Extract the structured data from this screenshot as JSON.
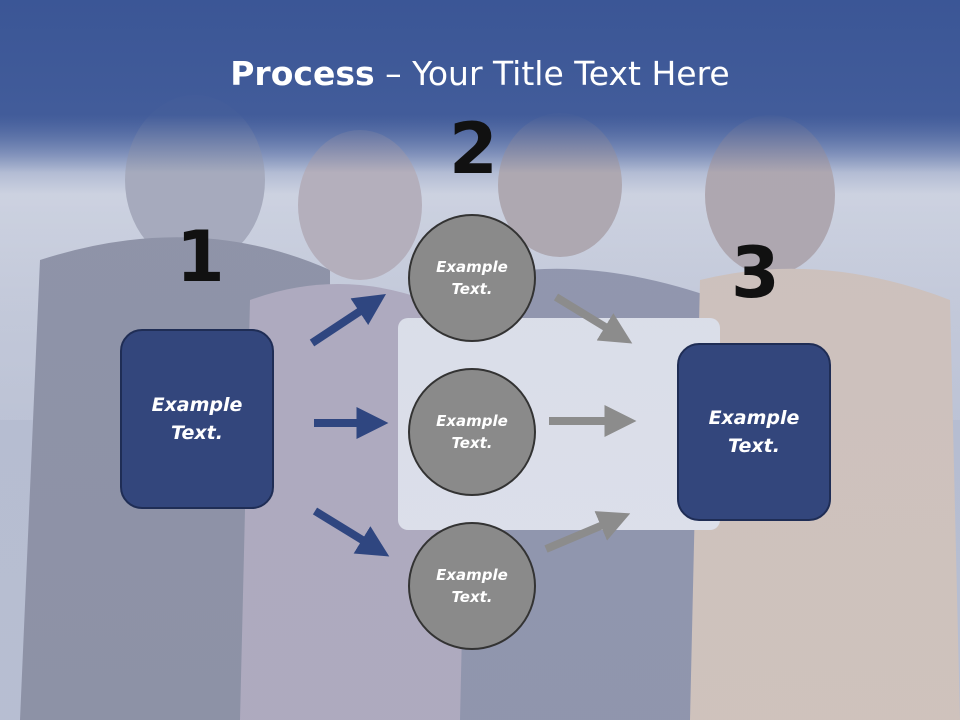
{
  "slide": {
    "title_bold": "Process",
    "title_rest": " – Your Title Text Here",
    "step_numbers": [
      "1",
      "2",
      "3"
    ],
    "left_box": {
      "line1": "Example",
      "line2": "Text."
    },
    "right_box": {
      "line1": "Example",
      "line2": "Text."
    },
    "circles": [
      {
        "line1": "Example",
        "line2": "Text."
      },
      {
        "line1": "Example",
        "line2": "Text."
      },
      {
        "line1": "Example",
        "line2": "Text."
      }
    ]
  },
  "colors": {
    "accent": "#33467c",
    "header": "#3b5696",
    "circle": "#8a8a8a",
    "arrow_blue": "#2f4680",
    "arrow_gray": "#8c8c8c"
  }
}
